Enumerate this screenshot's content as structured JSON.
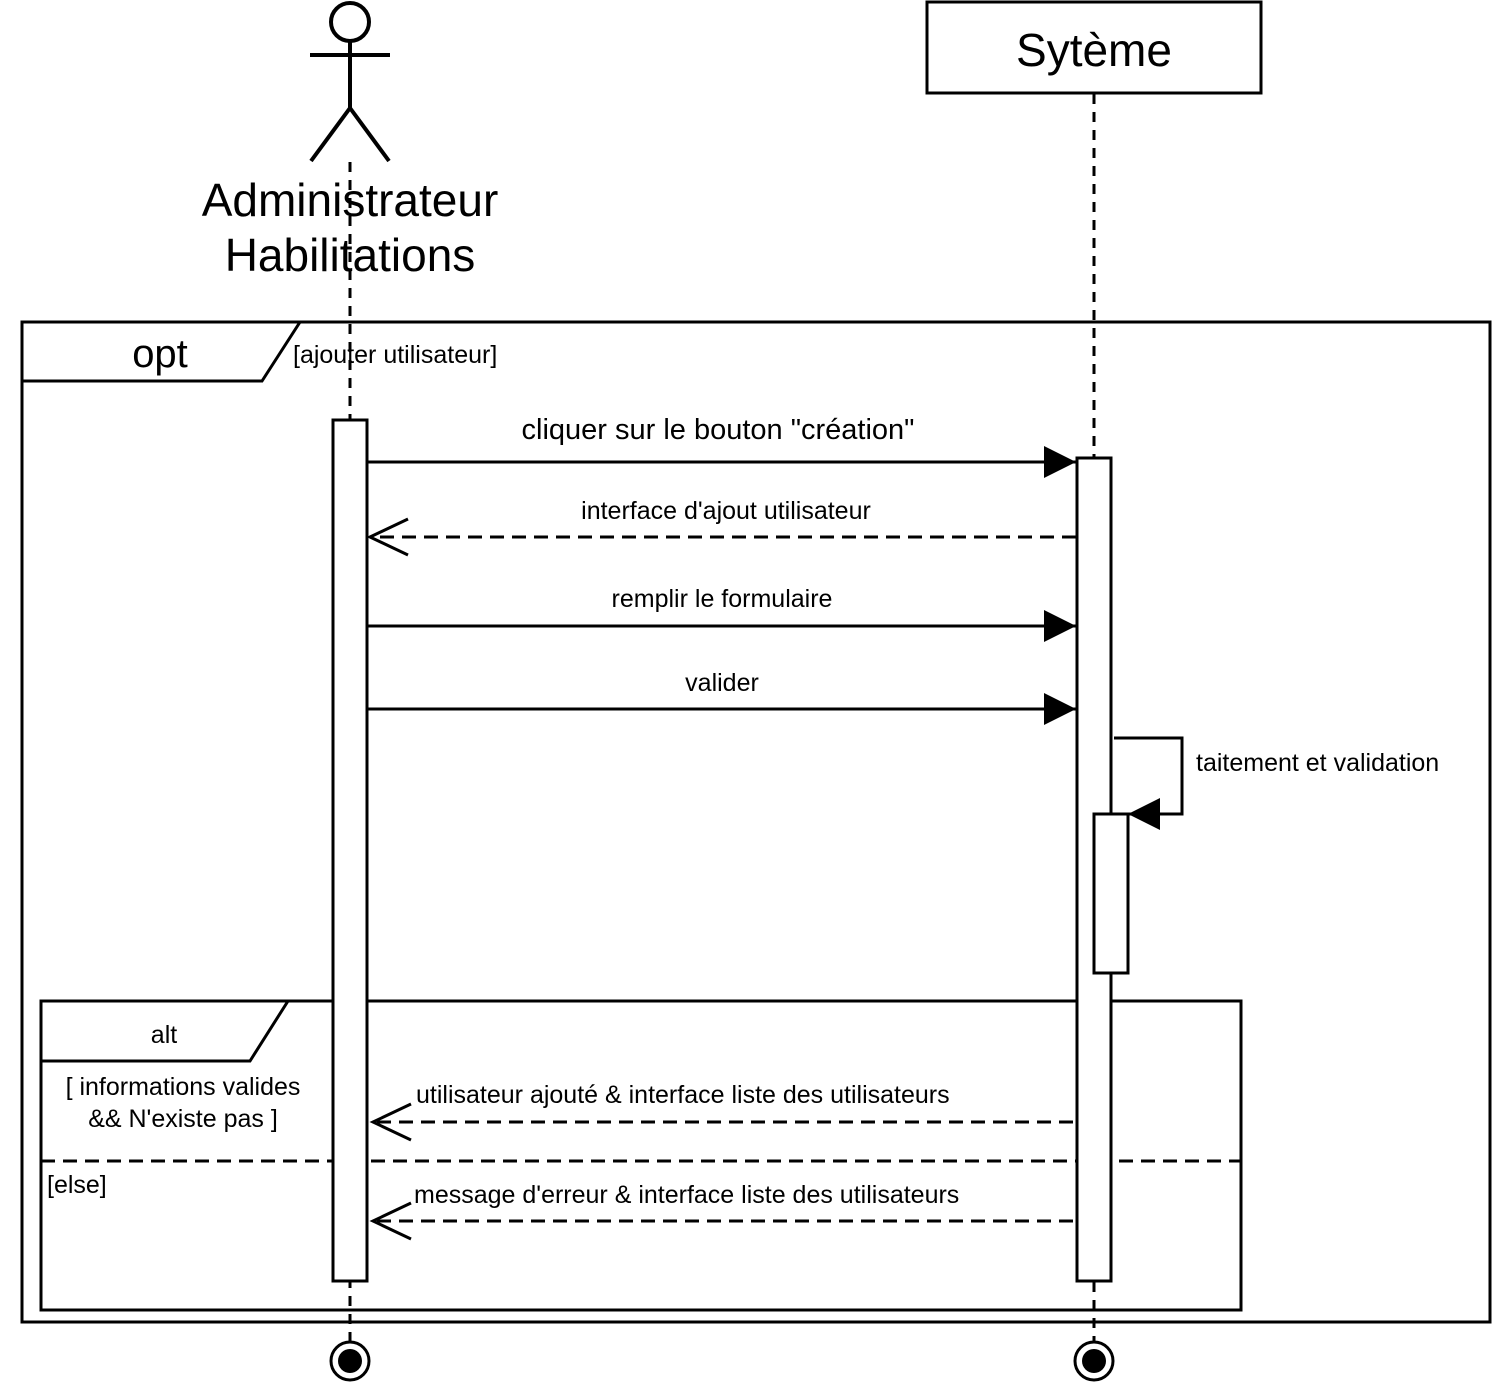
{
  "participants": {
    "actor": {
      "line1": "Administrateur",
      "line2": "Habilitations"
    },
    "system": {
      "name": "Sytème"
    }
  },
  "fragments": {
    "opt": {
      "keyword": "opt",
      "guard": "[ajouter utilisateur]"
    },
    "alt": {
      "keyword": "alt",
      "guard1_line1": "[ informations valides",
      "guard1_line2": "&& N'existe pas ]",
      "guard2": "[else]"
    }
  },
  "messages": {
    "m1": "cliquer sur le bouton \"création\"",
    "m2": "interface d'ajout utilisateur",
    "m3": "remplir le formulaire",
    "m4": "valider",
    "m5": "taitement et validation",
    "m6": "utilisateur ajouté & interface liste des utilisateurs",
    "m7": "message d'erreur & interface liste des utilisateurs"
  }
}
